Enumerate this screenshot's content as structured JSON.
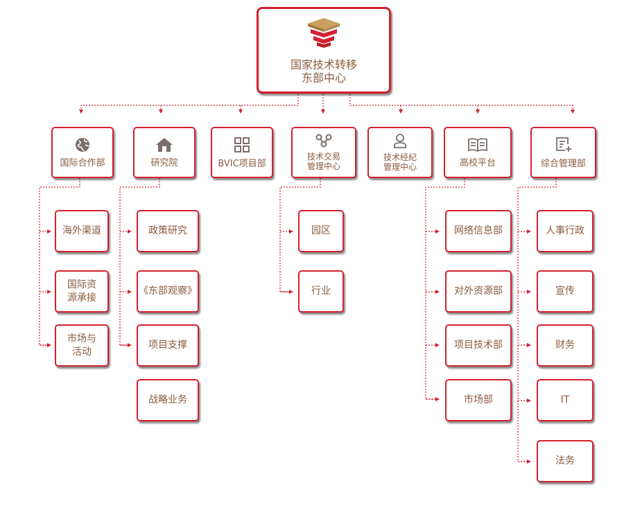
{
  "colors": {
    "accent": "#d3202f",
    "text": "#8a5a3e",
    "icon": "#7a6f6a",
    "logo_gold": "#c8a062"
  },
  "root": {
    "label": "国家技术转移\n东部中心",
    "icon": "tiered-logo-icon"
  },
  "departments": [
    {
      "label": "国际合作部",
      "icon": "globe-icon"
    },
    {
      "label": "研究院",
      "icon": "house-icon"
    },
    {
      "label": "BVIC项目部",
      "icon": "grid-icon"
    },
    {
      "label": "技术交易\n管理中心",
      "icon": "share-network-icon"
    },
    {
      "label": "技术经纪\n管理中心",
      "icon": "person-icon"
    },
    {
      "label": "高校平台",
      "icon": "open-book-icon"
    },
    {
      "label": "综合管理部",
      "icon": "document-plus-icon"
    }
  ],
  "sub_units": {
    "international": [
      "海外渠道",
      "国际资\n源承接",
      "市场与\n活动"
    ],
    "research": [
      "政策研究",
      "《东部观察》",
      "项目支撑",
      "战略业务"
    ],
    "trade": [
      "园区",
      "行业"
    ],
    "university": [
      "网络信息部",
      "对外资源部",
      "项目技术部",
      "市场部"
    ],
    "admin": [
      "人事行政",
      "宣传",
      "财务",
      "IT",
      "法务"
    ]
  }
}
